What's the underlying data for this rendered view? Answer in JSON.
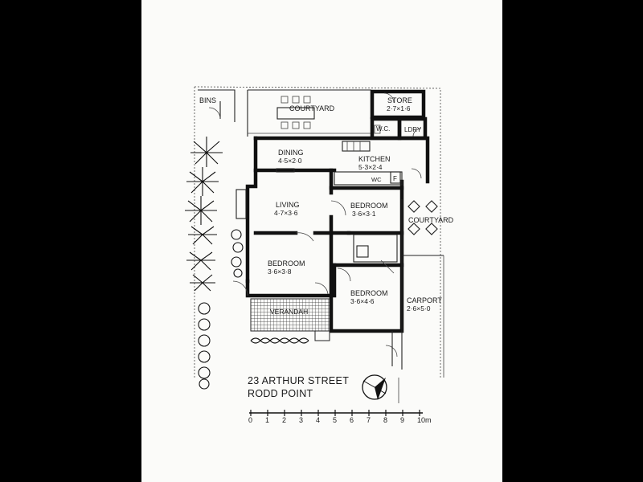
{
  "plan": {
    "address_line1": "23 ARTHUR STREET",
    "address_line2": "RODD POINT",
    "rooms": [
      {
        "id": "bins",
        "name": "BINS",
        "size": ""
      },
      {
        "id": "courtyard-rear",
        "name": "COURTYARD",
        "size": ""
      },
      {
        "id": "store",
        "name": "STORE",
        "size": "2·7×1·6"
      },
      {
        "id": "wc-outside",
        "name": "W.C.",
        "size": ""
      },
      {
        "id": "laundry",
        "name": "LDRY",
        "size": ""
      },
      {
        "id": "dining",
        "name": "DINING",
        "size": "4·5×2·0"
      },
      {
        "id": "kitchen",
        "name": "KITCHEN",
        "size": "5·3×2·4"
      },
      {
        "id": "living",
        "name": "LIVING",
        "size": "4·7×3·6"
      },
      {
        "id": "bedroom-1",
        "name": "BEDROOM",
        "size": "3·6×3·1"
      },
      {
        "id": "bedroom-2",
        "name": "BEDROOM",
        "size": "3·6×3·8"
      },
      {
        "id": "bedroom-3",
        "name": "BEDROOM",
        "size": "3·6×4·6"
      },
      {
        "id": "courtyard-side",
        "name": "COURTYARD",
        "size": ""
      },
      {
        "id": "carport",
        "name": "CARPORT",
        "size": "2·6×5·0"
      },
      {
        "id": "verandah",
        "name": "VERANDAH",
        "size": ""
      }
    ],
    "fixtures": {
      "wc": "WC",
      "fridge": "F"
    },
    "scale_bar": {
      "ticks": [
        "0",
        "1",
        "2",
        "3",
        "4",
        "5",
        "6",
        "7",
        "8",
        "9",
        "10m"
      ]
    }
  }
}
